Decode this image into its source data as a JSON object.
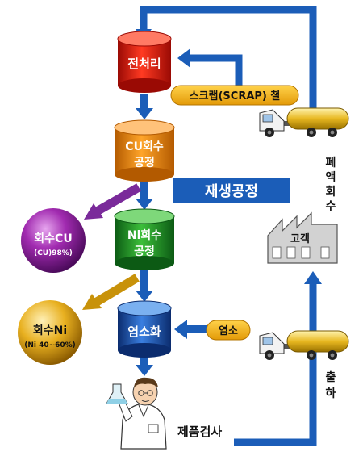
{
  "process_steps": {
    "pretreatment": "전처리",
    "cu_recovery_line1": "CU회수",
    "cu_recovery_line2": "공정",
    "ni_recovery_line1": "Ni회수",
    "ni_recovery_line2": "공정",
    "chlorination": "염소화"
  },
  "inputs": {
    "scrap": "스크랩(SCRAP) 철",
    "chlorine": "염소"
  },
  "recovered_products": {
    "cu_name": "회수CU",
    "cu_spec": "(CU)98%)",
    "ni_name": "회수Ni",
    "ni_spec": "(Ni 40~60%)"
  },
  "labels": {
    "regeneration_process": "재생공정",
    "customer": "고객",
    "waste_liquid_recovery": [
      "폐",
      "액",
      "회",
      "수"
    ],
    "shipment": [
      "출",
      "하"
    ],
    "product_inspection": "제품검사"
  },
  "colors": {
    "flow_blue": "#1b5db8",
    "pretreatment": "#e8140c",
    "cu_recovery": "#f08a0a",
    "ni_recovery": "#1f8f2a",
    "chlorination": "#1b4fa6",
    "cu_product": "#8a1e96",
    "ni_product": "#d6960a",
    "cu_arrow": "#7a2a9a",
    "ni_arrow": "#c8920a",
    "input_badge": "#f4b41a",
    "truck_tank": "#e8b820"
  }
}
